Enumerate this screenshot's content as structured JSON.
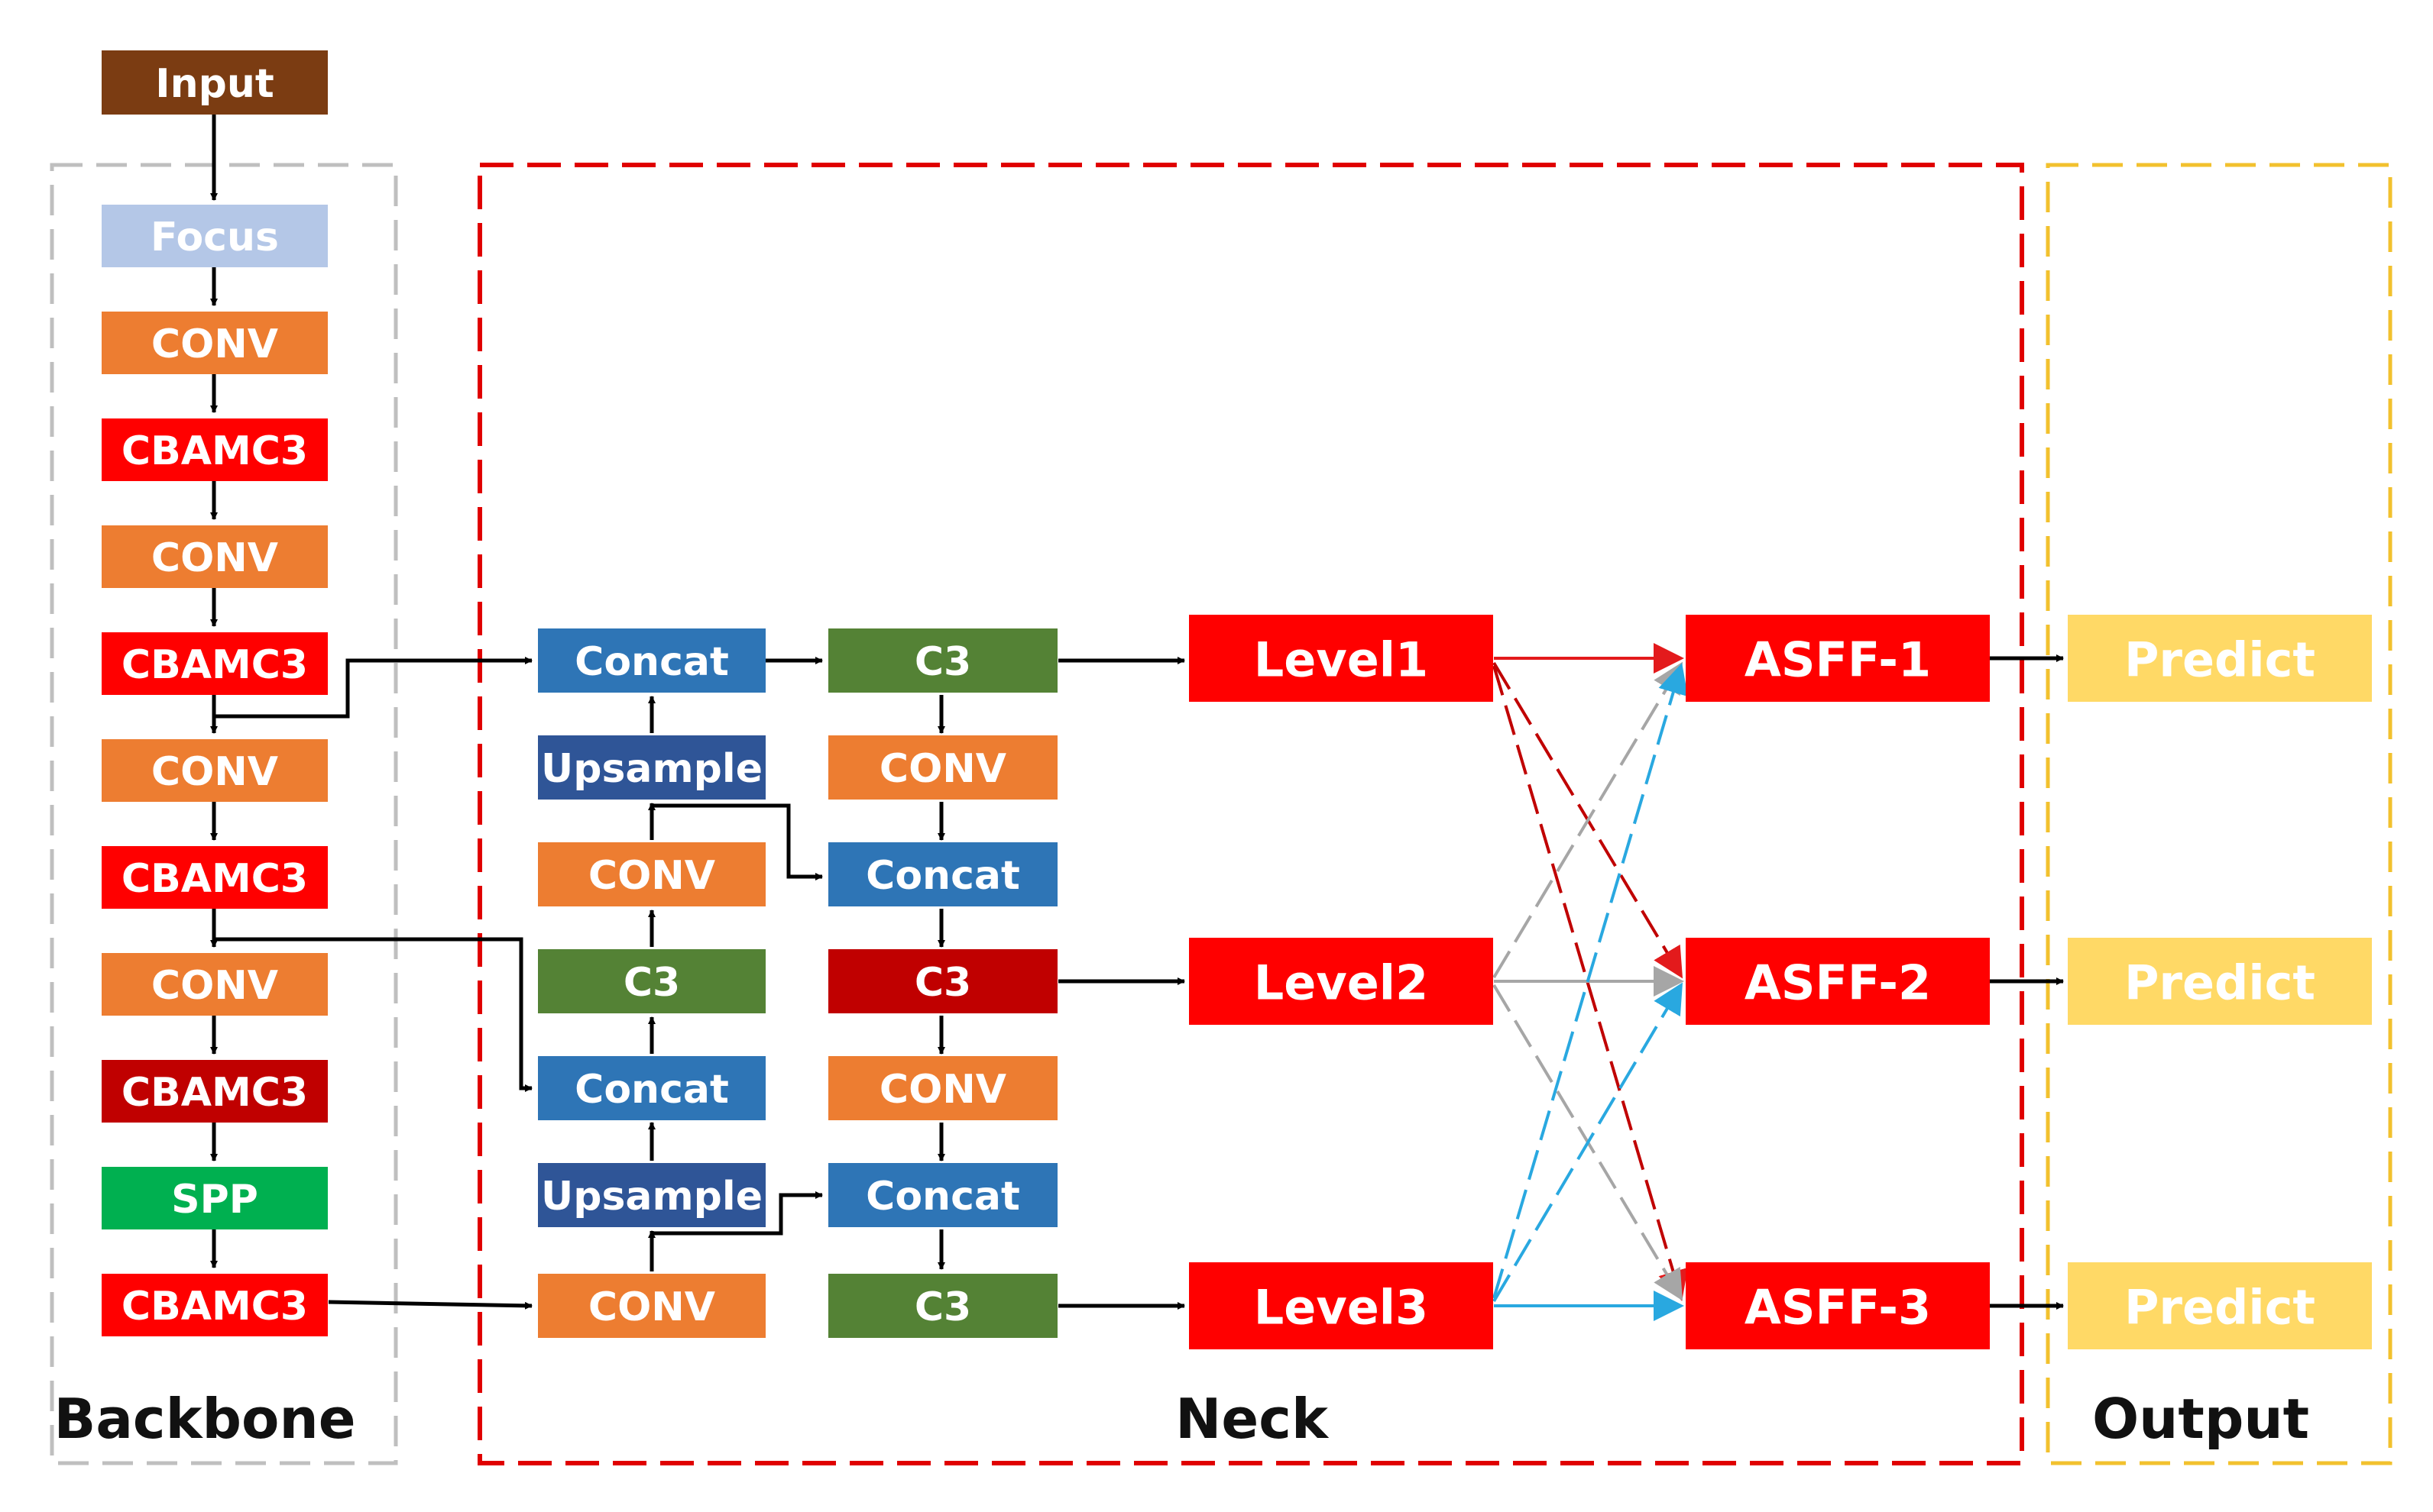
{
  "colors": {
    "input": "#7b3c12",
    "focus": "#b4c7e7",
    "conv": "#ed7d31",
    "cbamc3": "#ff0000",
    "cbamc3_dark": "#c00000",
    "spp": "#00b050",
    "concat": "#2e75b6",
    "upsample": "#2f5597",
    "c3": "#548235",
    "c3_dark": "#c00000",
    "level": "#ff0000",
    "asff": "#ff0000",
    "predict": "#ffd966",
    "predict_text": "#ffffff",
    "backbone_border": "#bfbfbf",
    "neck_border": "#e00000",
    "output_border": "#f2c12e",
    "red_link": "#e31a1c",
    "gray_link": "#a6a6a6",
    "blue_link": "#29a8e0"
  },
  "sections": {
    "backbone": "Backbone",
    "neck": "Neck",
    "output": "Output"
  },
  "blocks": {
    "input": {
      "label": "Input",
      "kind": "input"
    },
    "focus": {
      "label": "Focus",
      "kind": "focus"
    },
    "b_conv1": {
      "label": "CONV",
      "kind": "conv"
    },
    "b_cbam1": {
      "label": "CBAMC3",
      "kind": "cbamc3"
    },
    "b_conv2": {
      "label": "CONV",
      "kind": "conv"
    },
    "b_cbam2": {
      "label": "CBAMC3",
      "kind": "cbamc3"
    },
    "b_conv3": {
      "label": "CONV",
      "kind": "conv"
    },
    "b_cbam3": {
      "label": "CBAMC3",
      "kind": "cbamc3"
    },
    "b_conv4": {
      "label": "CONV",
      "kind": "conv"
    },
    "b_cbam4": {
      "label": "CBAMC3",
      "kind": "cbamc3_dark"
    },
    "spp": {
      "label": "SPP",
      "kind": "spp"
    },
    "b_cbam5": {
      "label": "CBAMC3",
      "kind": "cbamc3"
    },
    "n1_concat1": {
      "label": "Concat",
      "kind": "concat"
    },
    "n1_upsample1": {
      "label": "Upsample",
      "kind": "upsample"
    },
    "n1_conv1": {
      "label": "CONV",
      "kind": "conv"
    },
    "n1_c3": {
      "label": "C3",
      "kind": "c3"
    },
    "n1_concat2": {
      "label": "Concat",
      "kind": "concat"
    },
    "n1_upsample2": {
      "label": "Upsample",
      "kind": "upsample"
    },
    "n1_conv2": {
      "label": "CONV",
      "kind": "conv"
    },
    "n2_c3a": {
      "label": "C3",
      "kind": "c3"
    },
    "n2_conv1": {
      "label": "CONV",
      "kind": "conv"
    },
    "n2_concat1": {
      "label": "Concat",
      "kind": "concat"
    },
    "n2_c3b": {
      "label": "C3",
      "kind": "c3_dark"
    },
    "n2_conv2": {
      "label": "CONV",
      "kind": "conv"
    },
    "n2_concat2": {
      "label": "Concat",
      "kind": "concat"
    },
    "n2_c3c": {
      "label": "C3",
      "kind": "c3"
    },
    "level1": {
      "label": "Level1",
      "kind": "level"
    },
    "level2": {
      "label": "Level2",
      "kind": "level"
    },
    "level3": {
      "label": "Level3",
      "kind": "level"
    },
    "asff1": {
      "label": "ASFF-1",
      "kind": "asff"
    },
    "asff2": {
      "label": "ASFF-2",
      "kind": "asff"
    },
    "asff3": {
      "label": "ASFF-3",
      "kind": "asff"
    },
    "predict1": {
      "label": "Predict",
      "kind": "predict"
    },
    "predict2": {
      "label": "Predict",
      "kind": "predict"
    },
    "predict3": {
      "label": "Predict",
      "kind": "predict"
    }
  }
}
